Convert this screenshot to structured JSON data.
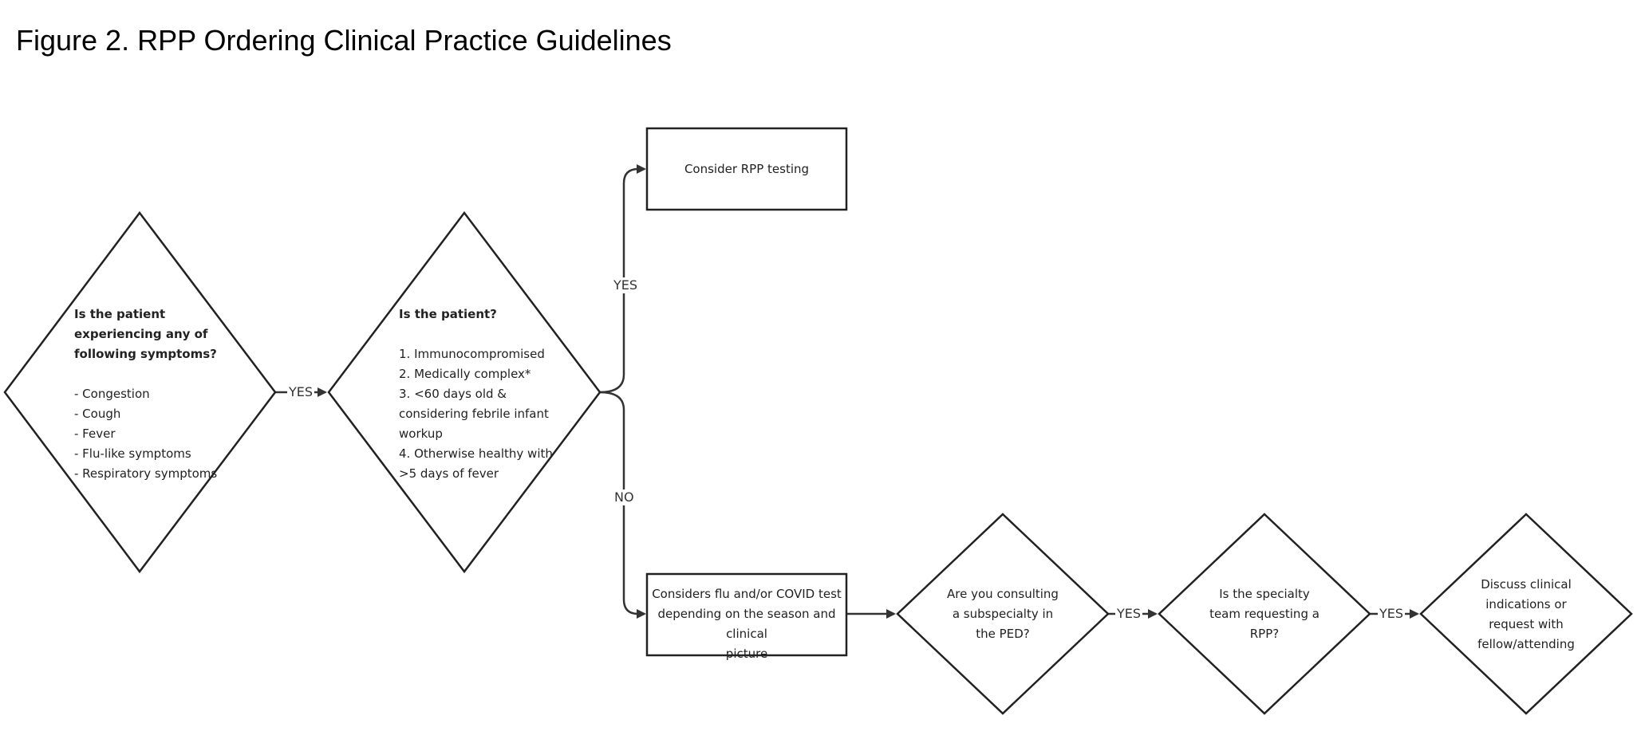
{
  "title": "Figure 2. RPP Ordering Clinical Practice Guidelines",
  "nodes": {
    "q_symptoms": {
      "heading": [
        "Is the patient",
        "experiencing any of",
        "following symptoms?"
      ],
      "items": [
        "- Congestion",
        "- Cough",
        "- Fever",
        "- Flu-like symptoms",
        "- Respiratory symptoms"
      ]
    },
    "q_patient": {
      "heading": [
        "Is the patient?"
      ],
      "items": [
        "1. Immunocompromised",
        "2. Medically complex*",
        "3. <60 days old &",
        "considering febrile infant",
        "workup",
        "4. Otherwise healthy with",
        ">5 days of fever"
      ]
    },
    "consider_rpp": {
      "lines": [
        "Consider RPP testing"
      ]
    },
    "flu_covid": {
      "lines": [
        "Considers flu and/or COVID test",
        "depending on the season and clinical",
        "picture"
      ]
    },
    "q_subspecialty": {
      "lines": [
        "Are you consulting",
        "a subspecialty in",
        "the PED?"
      ]
    },
    "q_team": {
      "lines": [
        "Is the specialty",
        "team requesting a",
        "RPP?"
      ]
    },
    "discuss": {
      "lines": [
        "Discuss clinical",
        "indications or",
        "request with",
        "fellow/attending"
      ]
    }
  },
  "edges": {
    "symptoms_to_patient": "YES",
    "patient_to_rpp": "YES",
    "patient_to_flu": "NO",
    "subspecialty_to_team": "YES",
    "team_to_discuss": "YES"
  }
}
